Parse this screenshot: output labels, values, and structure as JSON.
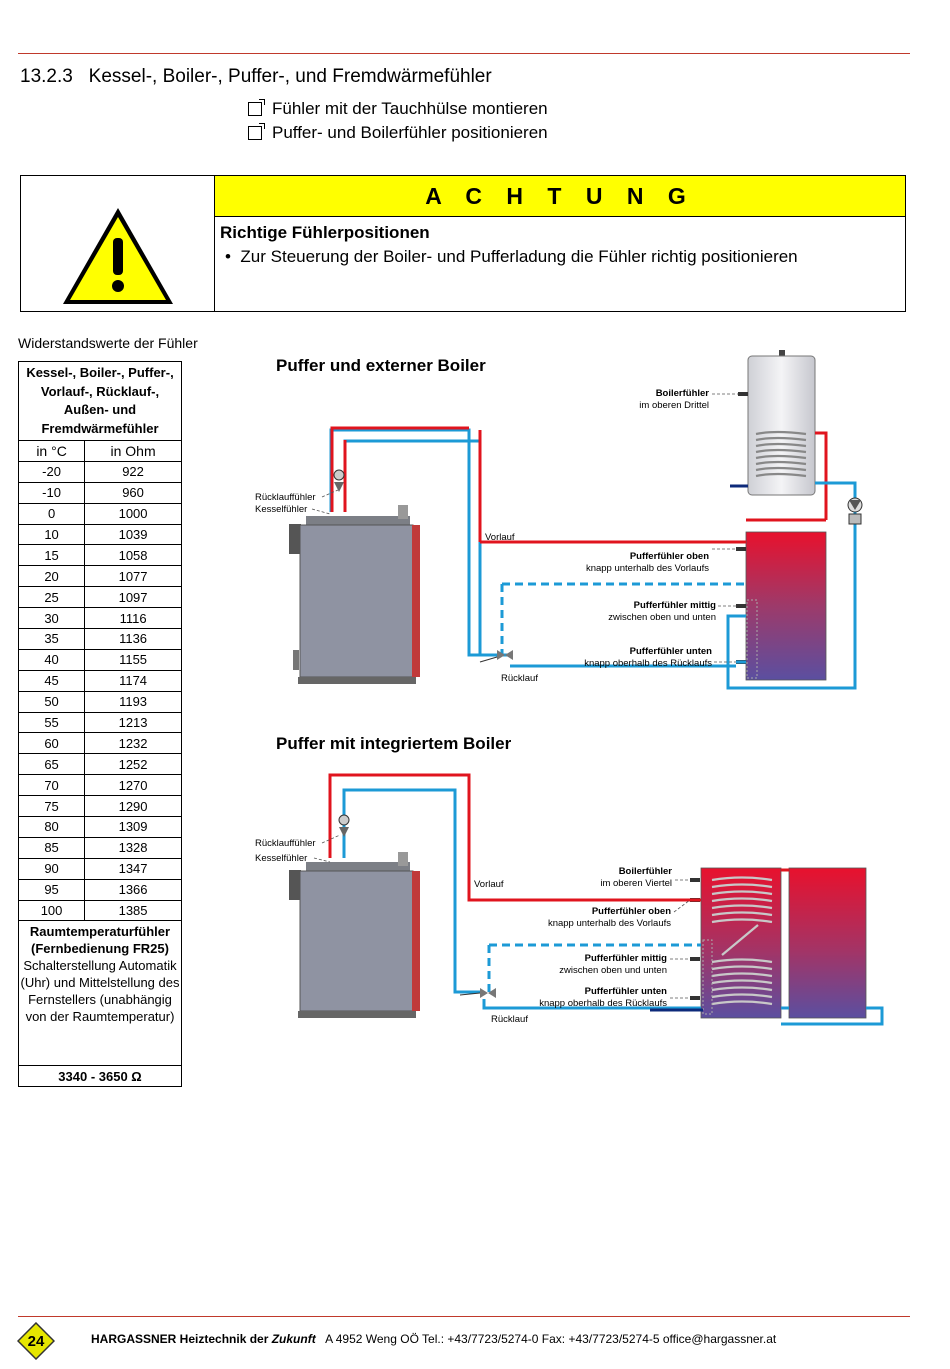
{
  "header": {
    "section": "13.2.3",
    "title": "Kessel-, Boiler-, Puffer-, und Fremdwärmefühler"
  },
  "checklist": [
    "Fühler mit der Tauchhülse montieren",
    "Puffer- und Boilerfühler positionieren"
  ],
  "warning": {
    "heading": "A C H T U N G",
    "subheading": "Richtige Fühlerpositionen",
    "bullet": "Zur Steuerung der Boiler- und Pufferladung die Fühler richtig positionieren"
  },
  "resistance_table": {
    "caption": "Widerstandswerte der Fühler",
    "sensor_group": "Kessel-, Boiler-, Puffer-, Vorlauf-, Rücklauf-, Außen- und Fremdwärmefühler",
    "col_temp": "in °C",
    "col_ohm": "in Ohm",
    "rows": [
      [
        "-20",
        "922"
      ],
      [
        "-10",
        "960"
      ],
      [
        "0",
        "1000"
      ],
      [
        "10",
        "1039"
      ],
      [
        "15",
        "1058"
      ],
      [
        "20",
        "1077"
      ],
      [
        "25",
        "1097"
      ],
      [
        "30",
        "1116"
      ],
      [
        "35",
        "1136"
      ],
      [
        "40",
        "1155"
      ],
      [
        "45",
        "1174"
      ],
      [
        "50",
        "1193"
      ],
      [
        "55",
        "1213"
      ],
      [
        "60",
        "1232"
      ],
      [
        "65",
        "1252"
      ],
      [
        "70",
        "1270"
      ],
      [
        "75",
        "1290"
      ],
      [
        "80",
        "1309"
      ],
      [
        "85",
        "1328"
      ],
      [
        "90",
        "1347"
      ],
      [
        "95",
        "1366"
      ],
      [
        "100",
        "1385"
      ]
    ],
    "room_sensor_title": "Raumtemperaturfühler (Fernbedienung FR25)",
    "room_sensor_note": "Schalterstellung Automatik (Uhr) und Mittelstellung des Fernstellers (unabhängig von der Raumtemperatur)",
    "room_sensor_value": "3340 - 3650 Ω"
  },
  "diagram1": {
    "title": "Puffer und externer Boiler",
    "boiler_sensor": "Boilerfühler",
    "boiler_sensor_pos": "im oberen Drittel",
    "return_sensor": "Rücklauffühler",
    "kessel_sensor": "Kesselfühler",
    "flow": "Vorlauf",
    "return": "Rücklauf",
    "buffer_top": "Pufferfühler oben",
    "buffer_top_pos": "knapp unterhalb des Vorlaufs",
    "buffer_mid": "Pufferfühler mittig",
    "buffer_mid_pos": "zwischen oben und unten",
    "buffer_bottom": "Pufferfühler unten",
    "buffer_bottom_pos": "knapp oberhalb des Rücklaufs"
  },
  "diagram2": {
    "title": "Puffer mit integriertem Boiler",
    "return_sensor": "Rücklauffühler",
    "kessel_sensor": "Kesselfühler",
    "flow": "Vorlauf",
    "return": "Rücklauf",
    "boiler_sensor": "Boilerfühler",
    "boiler_sensor_pos": "im oberen Viertel",
    "buffer_top": "Pufferfühler oben",
    "buffer_top_pos": "knapp unterhalb des Vorlaufs",
    "buffer_mid": "Pufferfühler mittig",
    "buffer_mid_pos": "zwischen oben und unten",
    "buffer_bottom": "Pufferfühler unten",
    "buffer_bottom_pos": "knapp oberhalb des Rücklaufs"
  },
  "footer": {
    "page": "24",
    "brand": "HARGASSNER Heiztechnik der",
    "brand_italic": "Zukunft",
    "contact": "A 4952 Weng OÖ  Tel.: +43/7723/5274-0  Fax: +43/7723/5274-5  office@hargassner.at"
  },
  "colors": {
    "flow": "#e0141e",
    "return": "#1c9ad6",
    "rule": "#c0392b",
    "warning": "#ffff00"
  }
}
